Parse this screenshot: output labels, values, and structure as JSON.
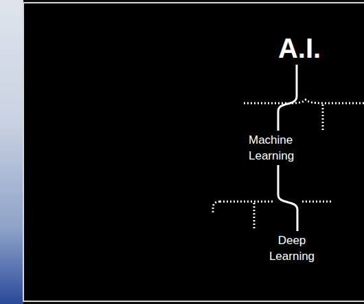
{
  "diagram": {
    "nodes": [
      {
        "text": [
          "A.I."
        ]
      },
      {
        "text": [
          "Machine Learning"
        ]
      },
      {
        "text": [
          "Deep Learning"
        ]
      }
    ],
    "edges": [
      {
        "from": 0,
        "to": 1,
        "arrow": "none"
      },
      {
        "from": 1,
        "to": 2,
        "arrow": "none"
      }
    ]
  }
}
